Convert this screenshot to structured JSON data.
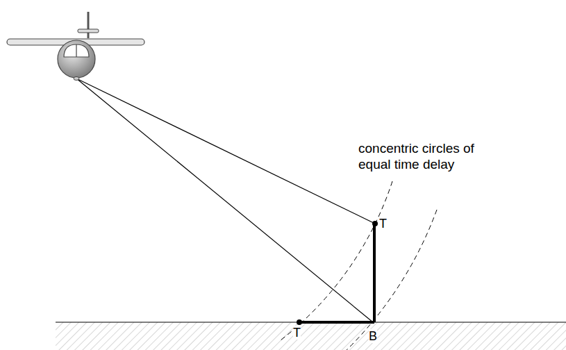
{
  "diagram": {
    "labels": [
      "concentric circles of equal time delay",
      "T",
      "T",
      "B"
    ]
  }
}
